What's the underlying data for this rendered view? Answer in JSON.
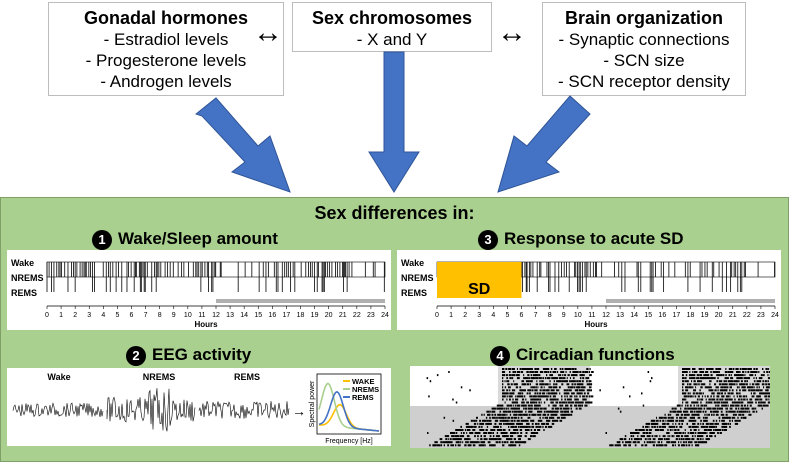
{
  "boxes": {
    "gonadal": {
      "title": "Gonadal hormones",
      "items": [
        "- Estradiol levels",
        "- Progesterone levels",
        "- Androgen levels"
      ]
    },
    "chromosomes": {
      "title": "Sex chromosomes",
      "items": [
        "- X and Y"
      ]
    },
    "brain": {
      "title": "Brain organization",
      "items": [
        "- Synaptic connections",
        "- SCN size",
        "- SCN receptor density"
      ]
    }
  },
  "double_arrow": "↔",
  "colors": {
    "panel": "#a9d08e",
    "arrow": "#4472c4",
    "sd": "#ffc000",
    "bar": "#b0b0b0"
  },
  "panel_title": "Sex differences in:",
  "sections": {
    "s1": {
      "num": "1",
      "title": "Wake/Sleep amount"
    },
    "s2": {
      "num": "2",
      "title": "EEG activity"
    },
    "s3": {
      "num": "3",
      "title": "Response to acute SD"
    },
    "s4": {
      "num": "4",
      "title": "Circadian functions"
    }
  },
  "hypnogram": {
    "states": [
      "Wake",
      "NREMS",
      "REMS"
    ],
    "ticks": [
      "0",
      "1",
      "2",
      "3",
      "4",
      "5",
      "6",
      "7",
      "8",
      "9",
      "10",
      "11",
      "12",
      "13",
      "14",
      "15",
      "16",
      "17",
      "18",
      "19",
      "20",
      "21",
      "22",
      "23",
      "24"
    ],
    "xlabel": "Hours"
  },
  "sd_label": "SD",
  "eeg": {
    "labels": [
      "Wake",
      "NREMS",
      "REMS"
    ],
    "arrow": "→",
    "legend": [
      "WAKE",
      "NREMS",
      "REMS"
    ],
    "ylabel": "Spectral power",
    "xlabel": "Frequency [Hz]"
  }
}
